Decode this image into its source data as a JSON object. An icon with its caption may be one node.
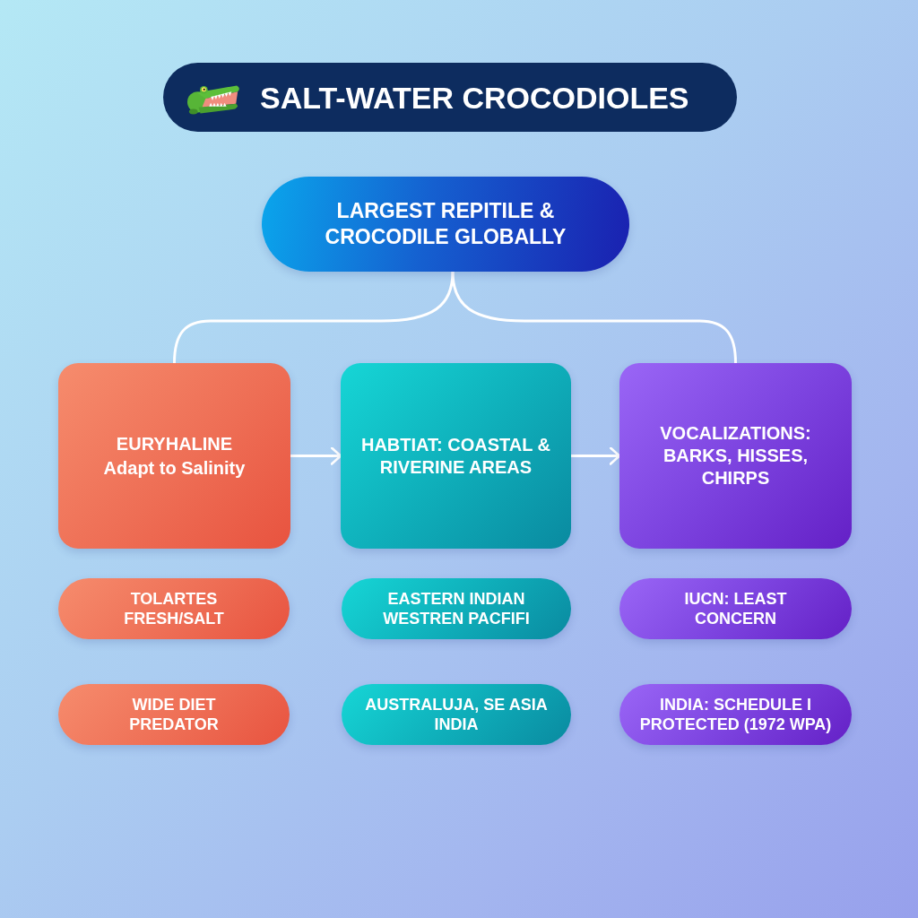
{
  "diagram": {
    "title": "SALT-WATER CROCODIOLES",
    "nodes": [
      {
        "text": [
          "LARGEST REPITILE & CROCODILE GLOBALLY"
        ]
      },
      {
        "text": [
          "EURYHALINE",
          "Adapt to Salinity"
        ]
      },
      {
        "text": [
          "HABTIAT: COASTAL & RIVERINE AREAS"
        ]
      },
      {
        "text": [
          "VOCALIZATIONS: BARKS, HISSES, CHIRPS"
        ]
      },
      {
        "text": [
          "TOLARTES FRESH/SALT"
        ]
      },
      {
        "text": [
          "EASTERN INDIAN WESTREN PACFIFI"
        ]
      },
      {
        "text": [
          "IUCN: LEAST CONCERN"
        ]
      },
      {
        "text": [
          "WIDE DIET PREDATOR"
        ]
      },
      {
        "text": [
          "AUSTRALUJA, SE ASIA INDIA"
        ]
      },
      {
        "text": [
          "INDIA: SCHEDULE I PROTECTED (1972 WPA)"
        ]
      }
    ],
    "edges": [
      {
        "from": 0,
        "to": 1,
        "arrow": "none"
      },
      {
        "from": 0,
        "to": 3,
        "arrow": "none"
      },
      {
        "from": 1,
        "to": 2,
        "arrow": "to"
      },
      {
        "from": 2,
        "to": 3,
        "arrow": "to"
      }
    ]
  }
}
